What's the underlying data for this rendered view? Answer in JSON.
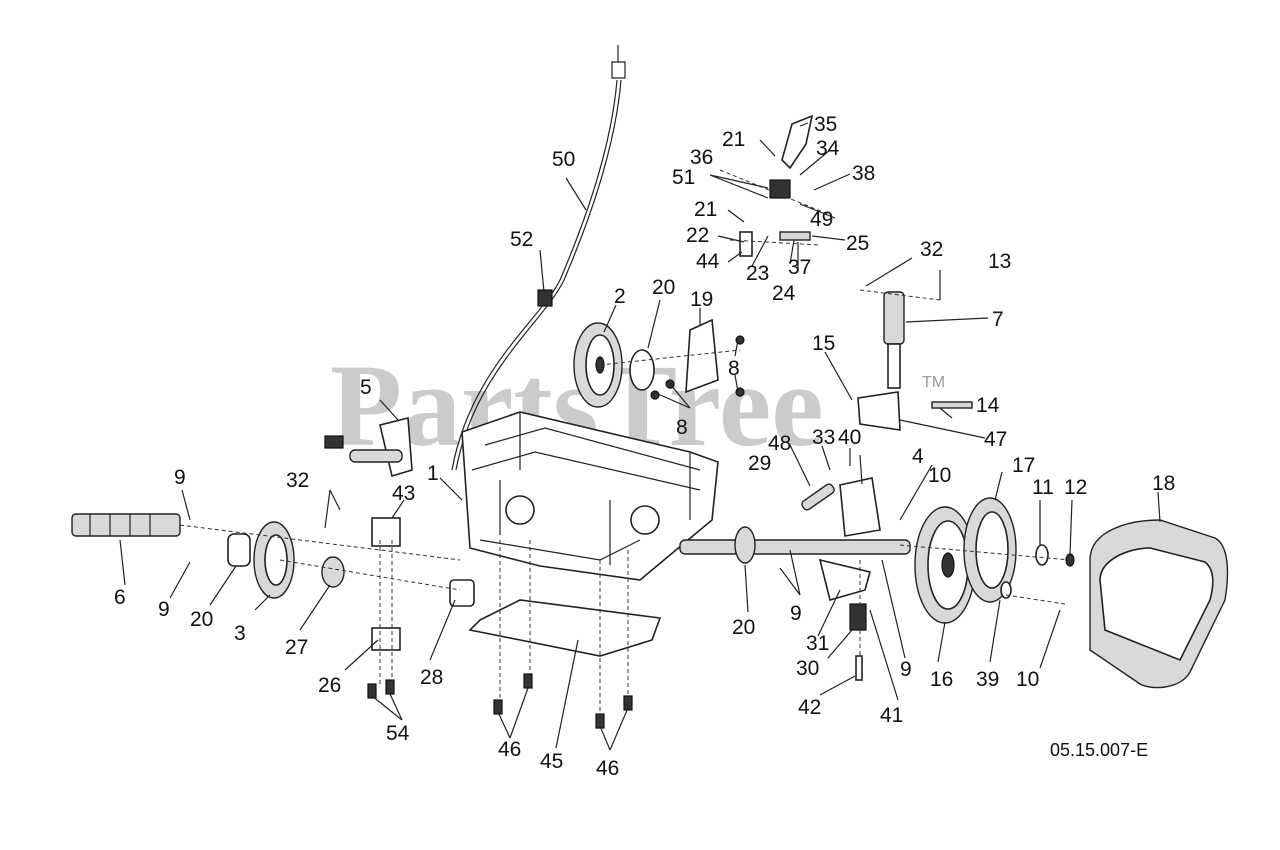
{
  "diagram": {
    "watermark": "PartsTree",
    "trademark": "TM",
    "drawing_code": "05.15.007-E",
    "callouts": [
      "1",
      "2",
      "3",
      "4",
      "5",
      "6",
      "7",
      "8",
      "9",
      "10",
      "11",
      "12",
      "13",
      "14",
      "15",
      "16",
      "17",
      "18",
      "19",
      "20",
      "21",
      "22",
      "23",
      "24",
      "25",
      "26",
      "27",
      "28",
      "29",
      "30",
      "31",
      "32",
      "33",
      "34",
      "35",
      "36",
      "37",
      "38",
      "39",
      "40",
      "41",
      "42",
      "43",
      "44",
      "45",
      "46",
      "47",
      "48",
      "49",
      "50",
      "51",
      "52",
      "54"
    ]
  }
}
